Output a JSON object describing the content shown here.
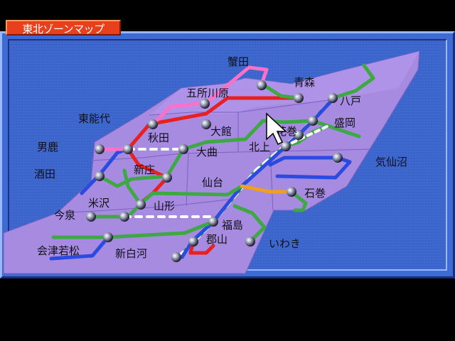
{
  "title": "東北ゾーンマップ",
  "colors": {
    "sea": "#3f68cf",
    "land": "#a78be0",
    "land_dark": "#8a6ed0",
    "title_bg": "#e8401c",
    "shinkansen": "#3ea842"
  },
  "stations": [
    {
      "name": "蟹田"
    },
    {
      "name": "青森"
    },
    {
      "name": "五所川原"
    },
    {
      "name": "八戸"
    },
    {
      "name": "東能代"
    },
    {
      "name": "盛岡"
    },
    {
      "name": "大館"
    },
    {
      "name": "男鹿"
    },
    {
      "name": "秋田"
    },
    {
      "name": "大曲"
    },
    {
      "name": "北上"
    },
    {
      "name": "気仙沼"
    },
    {
      "name": "酒田"
    },
    {
      "name": "新庄"
    },
    {
      "name": "仙台"
    },
    {
      "name": "石巻"
    },
    {
      "name": "米沢"
    },
    {
      "name": "山形"
    },
    {
      "name": "今泉"
    },
    {
      "name": "福島"
    },
    {
      "name": "郡山"
    },
    {
      "name": "いわき"
    },
    {
      "name": "会津若松"
    },
    {
      "name": "新白河"
    }
  ],
  "hidden_partial_label": "花巻",
  "cursor": "pointer-cursor"
}
